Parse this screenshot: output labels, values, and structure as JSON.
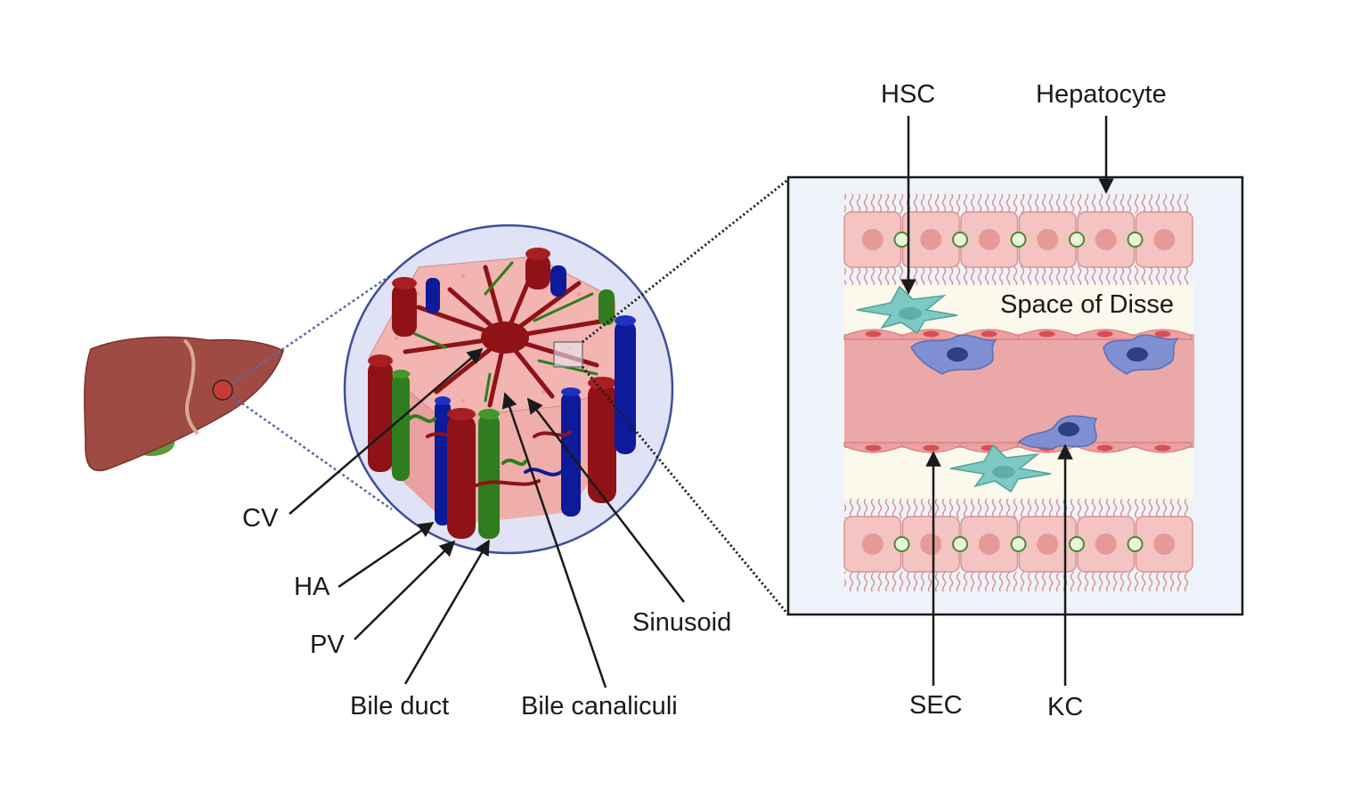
{
  "labels": {
    "cv": "CV",
    "ha": "HA",
    "pv": "PV",
    "bile_duct": "Bile duct",
    "bile_canaliculi": "Bile canaliculi",
    "sinusoid": "Sinusoid",
    "hsc": "HSC",
    "hepatocyte": "Hepatocyte",
    "space_of_disse": "Space of Disse",
    "sec": "SEC",
    "kc": "KC"
  },
  "colors": {
    "liver": "#a04a44",
    "lobule_tissue": "#f0b3b0",
    "central_vein": "#8e1216",
    "portal_vein": "#0d1a9a",
    "bile_duct": "#2f7d1f",
    "hepatic_artery": "#8e1216",
    "sinusoid": "#eaa8a8",
    "hsc": "#7ec9c2",
    "kupffer_cell": "#7e8fd2",
    "space_of_disse": "#fbf8ec",
    "inset_background": "#eef3fa"
  }
}
